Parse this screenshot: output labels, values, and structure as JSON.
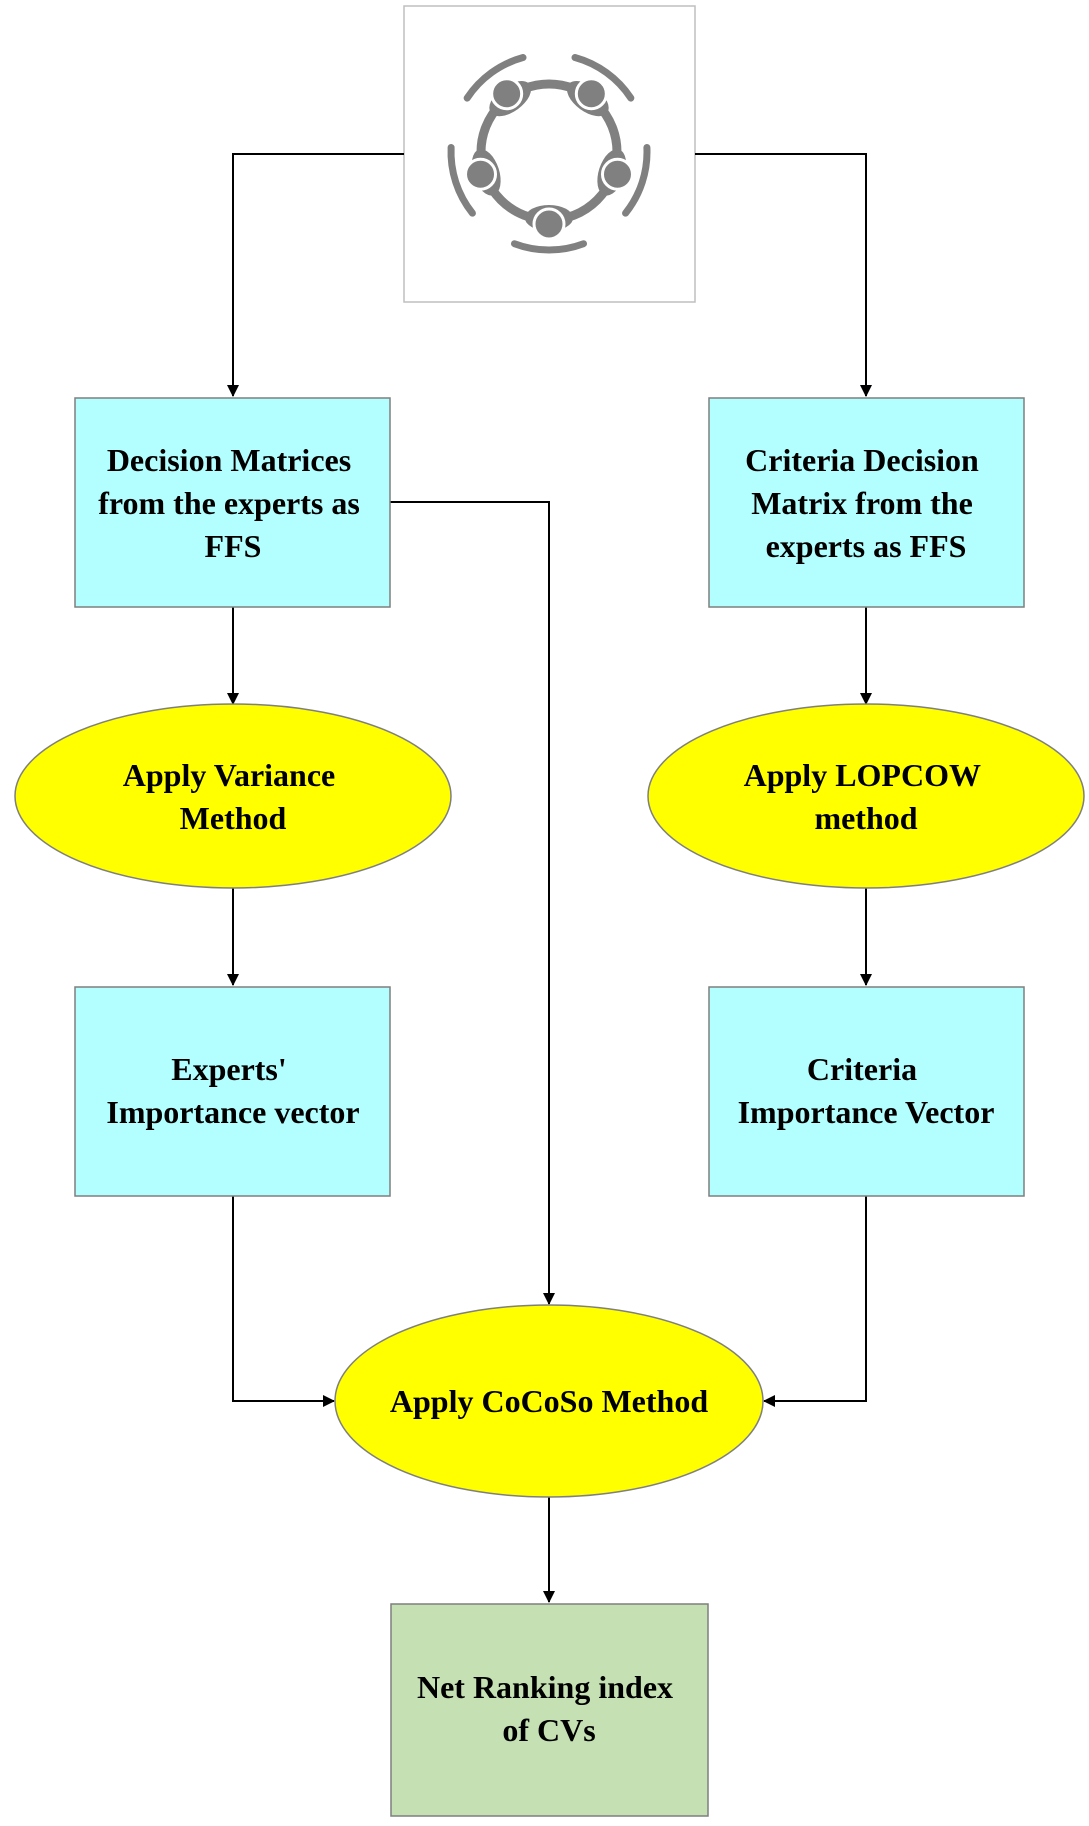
{
  "diagram": {
    "icon": {
      "name": "team-meeting-icon",
      "figures": 5,
      "color": "#808080"
    },
    "colors": {
      "box_fill": "#b3ffff",
      "ellipse_fill": "#ffff00",
      "result_fill": "#c5e0b3",
      "stroke": "#000000"
    },
    "nodes": {
      "decision_matrices": {
        "lines": [
          "Decision Matrices",
          "from the experts as",
          "FFS"
        ]
      },
      "criteria_decision_matrix": {
        "lines": [
          "Criteria Decision",
          "Matrix from the",
          "experts as FFS"
        ]
      },
      "apply_variance": {
        "lines": [
          "Apply Variance",
          "Method"
        ]
      },
      "apply_lopcow": {
        "lines": [
          "Apply LOPCOW",
          "method"
        ]
      },
      "experts_importance": {
        "lines": [
          "Experts'",
          "Importance vector"
        ]
      },
      "criteria_importance": {
        "lines": [
          "Criteria",
          "Importance Vector"
        ]
      },
      "apply_cocoso": {
        "lines": [
          "Apply CoCoSo Method"
        ]
      },
      "net_ranking": {
        "lines": [
          "Net Ranking index",
          "of CVs"
        ]
      }
    }
  }
}
